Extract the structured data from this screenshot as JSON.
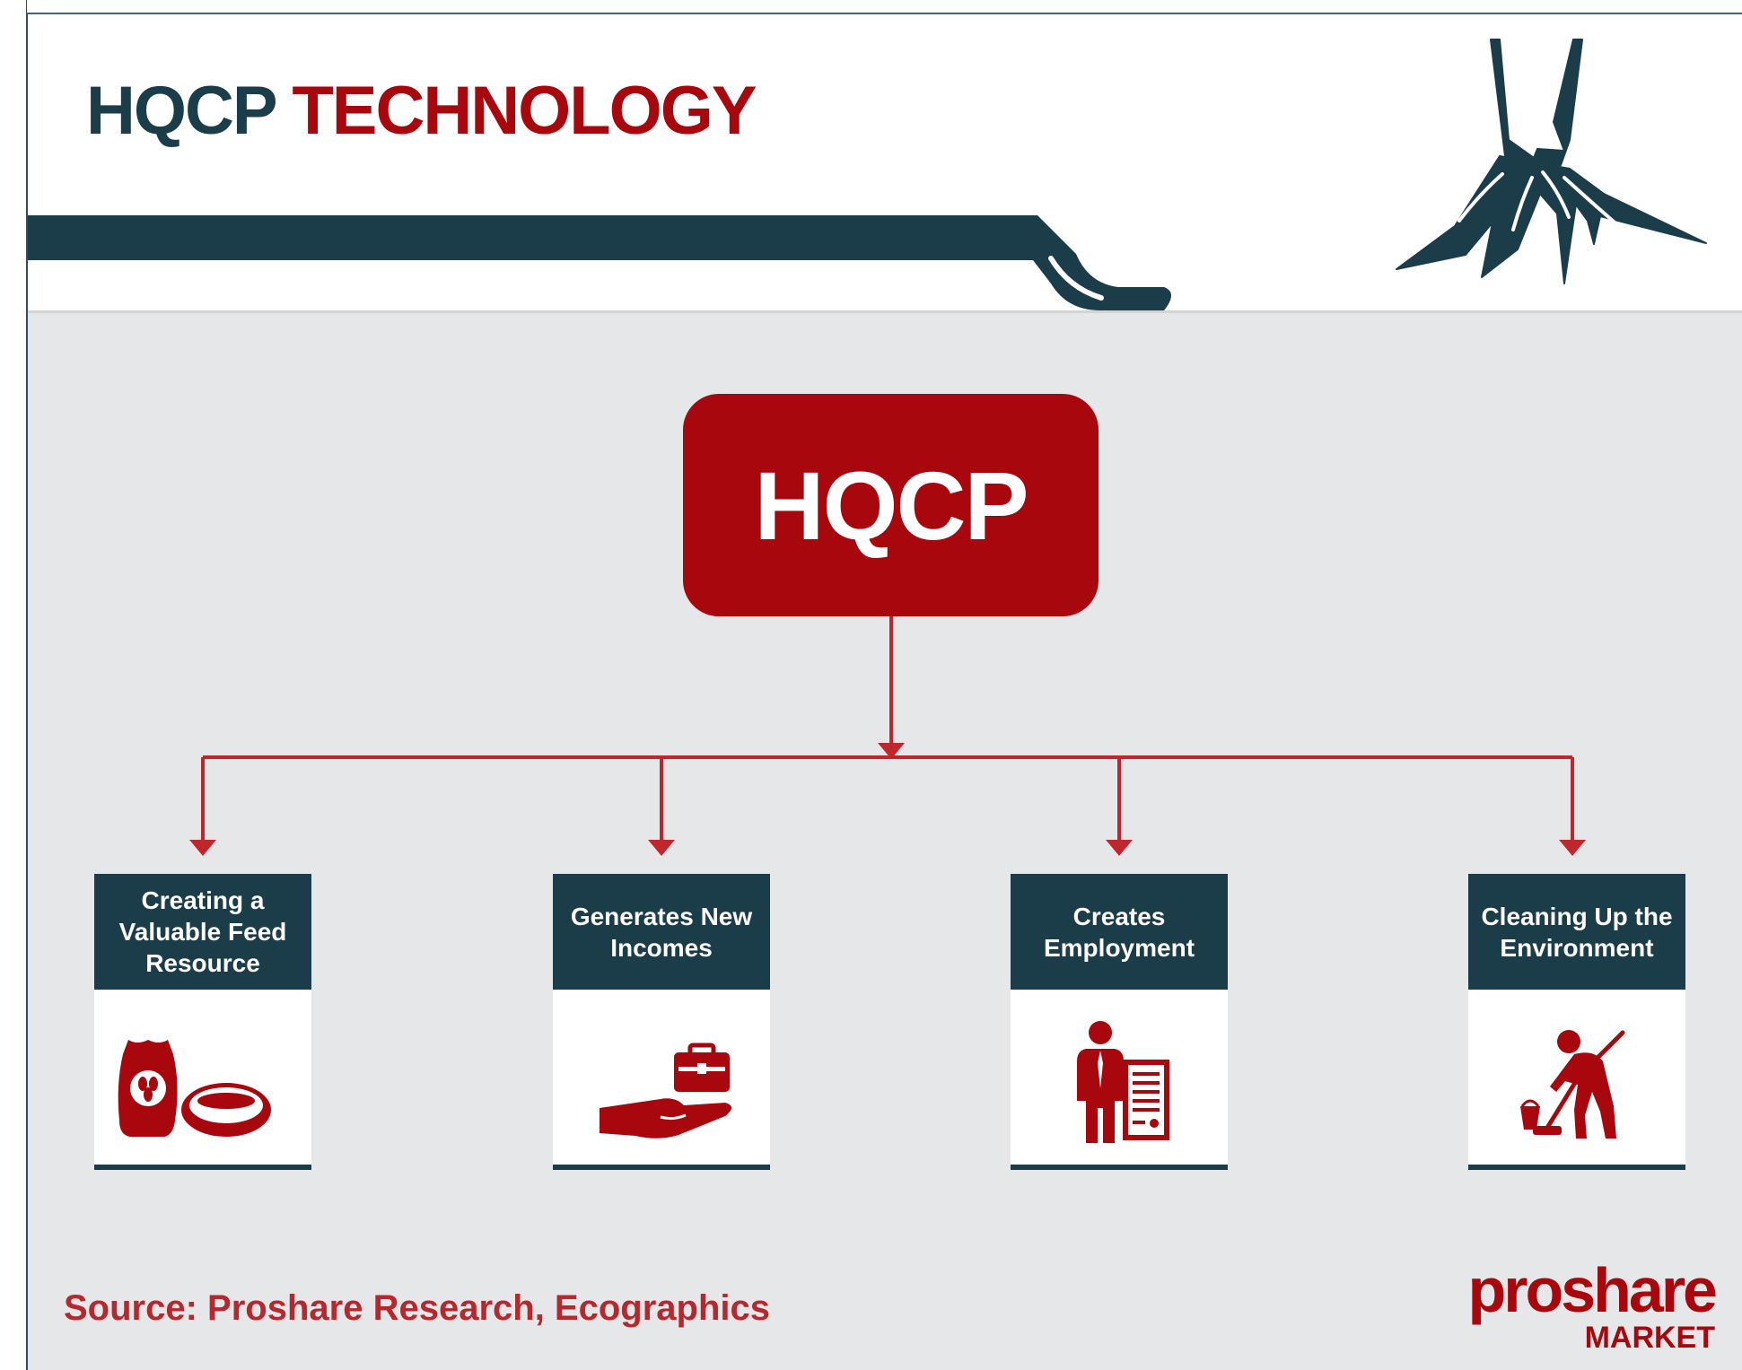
{
  "title": {
    "part1": "HQCP",
    "part2": "TECHNOLOGY"
  },
  "root": {
    "label": "HQCP"
  },
  "benefits": [
    {
      "label": "Creating a Valuable Feed Resource",
      "icon": "feed-bag-bowl-icon"
    },
    {
      "label": "Generates New Incomes",
      "icon": "hand-briefcase-icon"
    },
    {
      "label": "Creates Employment",
      "icon": "worker-certificate-icon"
    },
    {
      "label": "Cleaning Up the Environment",
      "icon": "person-mopping-icon"
    }
  ],
  "source": "Source: Proshare Research, Ecographics",
  "logo": {
    "brand": "proshare",
    "sub": "MARKET"
  },
  "colors": {
    "navy": "#1b3c49",
    "red": "#a8070d",
    "background": "#e6e7e8",
    "connector": "#c0272d"
  }
}
